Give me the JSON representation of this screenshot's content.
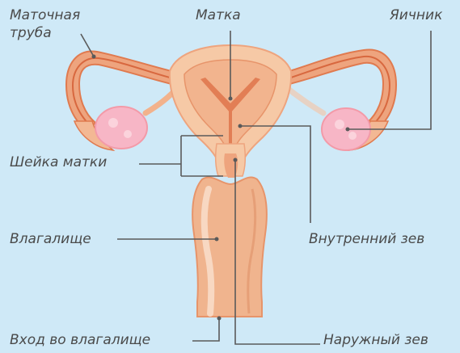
{
  "labels": {
    "fallopian_tube_line1": "Маточная",
    "fallopian_tube_line2": "труба",
    "uterus": "Матка",
    "ovary": "Яичник",
    "cervix": "Шейка матки",
    "vagina": "Влагалище",
    "internal_os": "Внутренний зев",
    "vaginal_entrance": "Вход во влагалище",
    "external_os": "Наружный зев"
  },
  "colors": {
    "background": "#cfe9f7",
    "tissue_light": "#f6c9a6",
    "tissue_mid": "#eea47e",
    "tissue_dark": "#e07a4f",
    "ovary_pink": "#f7b6c6",
    "leader_line": "#5a5a5a",
    "label_text": "#4a4a4a"
  }
}
